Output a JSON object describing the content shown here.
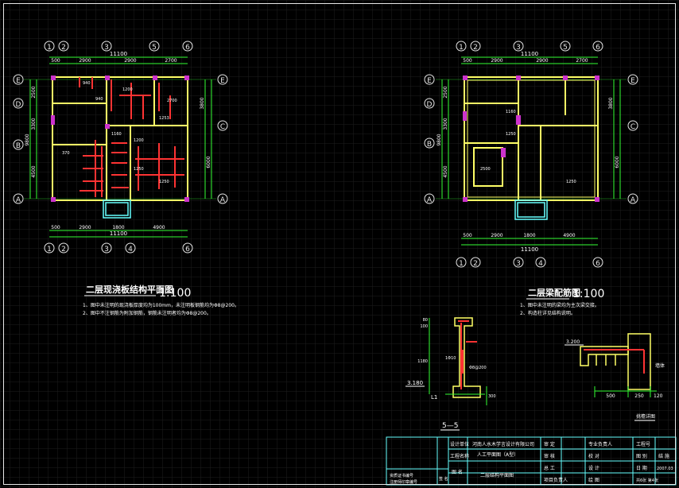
{
  "plan1": {
    "axes_top": [
      "1",
      "2",
      "3",
      "5",
      "6"
    ],
    "axes_bottom": [
      "1",
      "2",
      "3",
      "4",
      "6"
    ],
    "axes_left": [
      "E",
      "D",
      "B",
      "A"
    ],
    "axes_right": [
      "E",
      "C",
      "A"
    ],
    "dim_total": "11100",
    "dims_top": [
      "500",
      "2900",
      "2900",
      "2700"
    ],
    "dims_bottom": [
      "500",
      "2900",
      "1800",
      "4900"
    ],
    "dims_left": [
      "2500",
      "3300",
      "4500",
      "9800"
    ],
    "dims_right": [
      "3800",
      "6000"
    ],
    "title": "二层现浇板结构平面图",
    "scale": "1:100",
    "notes": [
      "1、图中未注明的现浇板厚度均为100mm，未注明板钢筋均为Φ8@200。",
      "2、图中不注钢筋为附加钢筋，钢筋未注明者均为Φ8@200。"
    ],
    "labels": [
      "940",
      "940",
      "1200",
      "1253",
      "1200",
      "1250",
      "370",
      "2700",
      "1160",
      "1250"
    ]
  },
  "plan2": {
    "axes_top": [
      "1",
      "2",
      "3",
      "5",
      "6"
    ],
    "axes_bottom": [
      "1",
      "2",
      "3",
      "4",
      "6"
    ],
    "axes_left": [
      "E",
      "D",
      "B",
      "A"
    ],
    "axes_right": [
      "E",
      "C",
      "A"
    ],
    "dim_total": "11100",
    "dims_top": [
      "500",
      "2900",
      "2900",
      "2700"
    ],
    "dims_bottom": [
      "500",
      "2900",
      "1800",
      "4900"
    ],
    "dims_left": [
      "2500",
      "3300",
      "4500",
      "9800"
    ],
    "dims_right": [
      "3800",
      "6000"
    ],
    "title": "二层梁配筋图",
    "scale": "1:100",
    "notes": [
      "1、图中未注明的梁均为主次梁交接。",
      "2、构造柱详见结构说明。"
    ],
    "labels": [
      "1160",
      "1250",
      "2500",
      "1250"
    ]
  },
  "section": {
    "title": "5—5",
    "elevation": "3.180",
    "dims": [
      "80",
      "100",
      "1180",
      "300"
    ],
    "labels": [
      "L1",
      "1Φ10",
      "Φ8@200"
    ]
  },
  "detail": {
    "elevation": "3.200",
    "dims": [
      "500",
      "250",
      "120"
    ],
    "label_right": "墙体",
    "title": "挑檐详图"
  },
  "title_block": {
    "design_unit_label": "设计单位",
    "design_unit": "河南人水木学言设计有限公司",
    "project_label": "工程名称",
    "project": "人工平面图（A型）",
    "review_label": "审 定",
    "project_lead_label": "专业负责人",
    "check_label": "审 核",
    "verify_label": "校 对",
    "chief_label": "总 工",
    "design_label": "设 计",
    "drawing_label": "图 名",
    "drawing_name": "二层结构平面图",
    "draw_label": "绘 图",
    "project_lead2": "项目负责人",
    "project_no_label": "工程号",
    "category_label": "图 别",
    "category": "结 施",
    "date_label": "日 期",
    "date": "2007.03",
    "sheet": "共6张 第4张",
    "cert_label": "资质证书编号",
    "reg_label": "注册师印章编号",
    "sign_label": "签 名"
  }
}
